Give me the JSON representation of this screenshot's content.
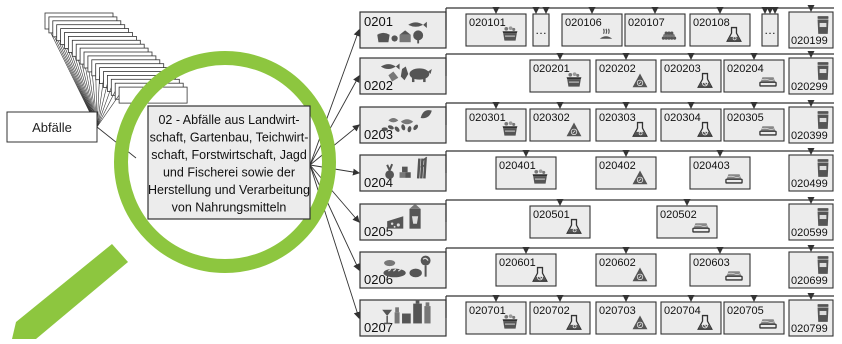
{
  "root": {
    "label": "Abfälle"
  },
  "focus": {
    "lines": [
      "02 - Abfälle aus Landwirt-",
      "schaft, Gartenbau, Teichwirt-",
      "schaft, Forstwirtschaft, Jagd",
      "und Fischerei sowie der",
      "Herstellung und Verarbeitung",
      "von Nahrungsmitteln"
    ]
  },
  "subgroups": [
    {
      "code": "0201",
      "icon": "farm-produce-icon",
      "items": [
        {
          "code": "020101",
          "icon": "dumpster-icon"
        },
        {
          "code": "…",
          "icon": "ellipsis"
        },
        {
          "code": "020106",
          "icon": "manure-icon"
        },
        {
          "code": "020107",
          "icon": "wood-pile-icon"
        },
        {
          "code": "020108",
          "icon": "flask-icon"
        },
        {
          "code": "…",
          "icon": "ellipsis"
        },
        {
          "code": "020199",
          "icon": "trash-bin-icon"
        }
      ]
    },
    {
      "code": "0202",
      "icon": "fish-meat-icon",
      "items": [
        {
          "code": "020201",
          "icon": "dumpster-icon"
        },
        {
          "code": "020202",
          "icon": "recycle-triangle-icon"
        },
        {
          "code": "020203",
          "icon": "prohibited-icon"
        },
        {
          "code": "020204",
          "icon": "sludge-icon"
        },
        {
          "code": "020299",
          "icon": "trash-bin-icon"
        }
      ]
    },
    {
      "code": "0203",
      "icon": "plant-seed-icon",
      "items": [
        {
          "code": "020301",
          "icon": "dumpster-icon"
        },
        {
          "code": "020302",
          "icon": "recycle-triangle-icon"
        },
        {
          "code": "020303",
          "icon": "flask-icon"
        },
        {
          "code": "020304",
          "icon": "prohibited-icon"
        },
        {
          "code": "020305",
          "icon": "sludge-icon"
        },
        {
          "code": "020399",
          "icon": "trash-bin-icon"
        }
      ]
    },
    {
      "code": "0204",
      "icon": "sugar-beet-icon",
      "items": [
        {
          "code": "020401",
          "icon": "dumpster-icon"
        },
        {
          "code": "020402",
          "icon": "recycle-triangle-icon"
        },
        {
          "code": "020403",
          "icon": "sludge-icon"
        },
        {
          "code": "020499",
          "icon": "trash-bin-icon"
        }
      ]
    },
    {
      "code": "0205",
      "icon": "dairy-icon",
      "items": [
        {
          "code": "020501",
          "icon": "flask-icon"
        },
        {
          "code": "020502",
          "icon": "sludge-icon"
        },
        {
          "code": "020599",
          "icon": "trash-bin-icon"
        }
      ]
    },
    {
      "code": "0206",
      "icon": "bakery-icon",
      "items": [
        {
          "code": "020601",
          "icon": "prohibited-icon"
        },
        {
          "code": "020602",
          "icon": "recycle-triangle-icon"
        },
        {
          "code": "020603",
          "icon": "sludge-icon"
        },
        {
          "code": "020699",
          "icon": "trash-bin-icon"
        }
      ]
    },
    {
      "code": "0207",
      "icon": "beverage-icon",
      "items": [
        {
          "code": "020701",
          "icon": "dumpster-icon"
        },
        {
          "code": "020702",
          "icon": "flask-icon"
        },
        {
          "code": "020703",
          "icon": "recycle-triangle-icon"
        },
        {
          "code": "020704",
          "icon": "prohibited-icon"
        },
        {
          "code": "020705",
          "icon": "sludge-icon"
        },
        {
          "code": "020799",
          "icon": "trash-bin-icon"
        }
      ]
    }
  ],
  "colors": {
    "magnifier": "#8dc63f",
    "box_fill": "#ececec",
    "stroke": "#333333",
    "icon": "#555555"
  }
}
